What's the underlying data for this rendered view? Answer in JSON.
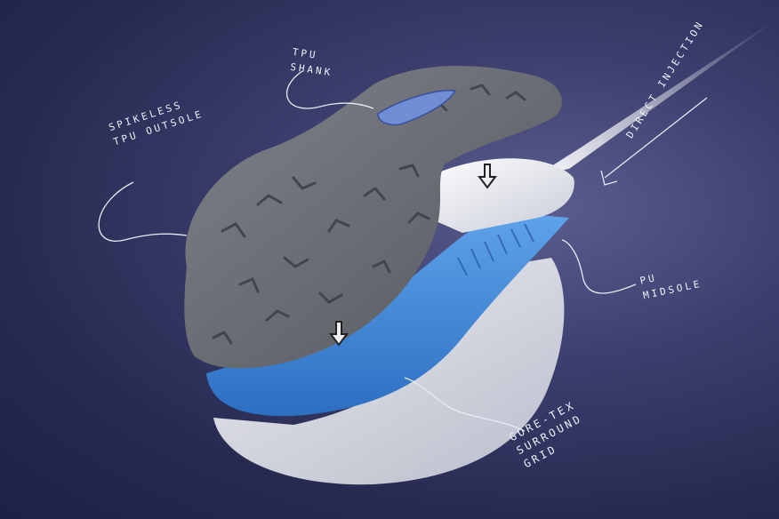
{
  "labels": {
    "spikeless_outsole": "SPIKELESS\nTPU OUTSOLE",
    "tpu_shank": "TPU\nSHANK",
    "direct_injection": "DIRECT INJECTION",
    "pu_midsole": "PU\nMIDSOLE",
    "gore_tex": "GORE-TEX\nSURROUND\nGRID"
  },
  "colors": {
    "background": "#2f3260",
    "outsole_gray": "#6e7078",
    "midsole_blue": "#3d86d6",
    "midsole_white": "#eef0f4",
    "shank_blue": "#5d7cc8",
    "sketch_line": "#e8eaf4"
  }
}
